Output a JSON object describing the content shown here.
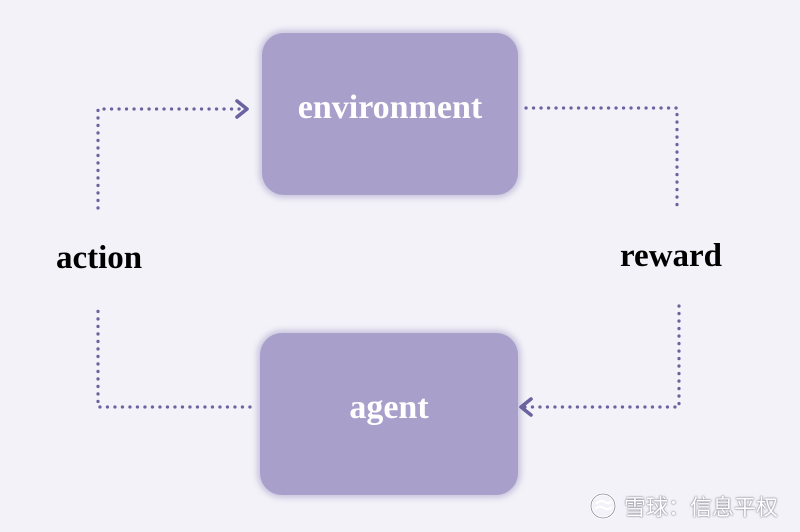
{
  "diagram": {
    "nodes": {
      "environment": "environment",
      "agent": "agent"
    },
    "edges": {
      "action": "action",
      "reward": "reward"
    }
  },
  "watermark": {
    "text": "雪球：信息平权",
    "icon": "snowball-logo-icon"
  },
  "colors": {
    "box_fill": "#a8a0cb",
    "arrow": "#6a63a0",
    "background": "#f3f2f8",
    "label_text": "#000000",
    "box_text": "#ffffff"
  }
}
